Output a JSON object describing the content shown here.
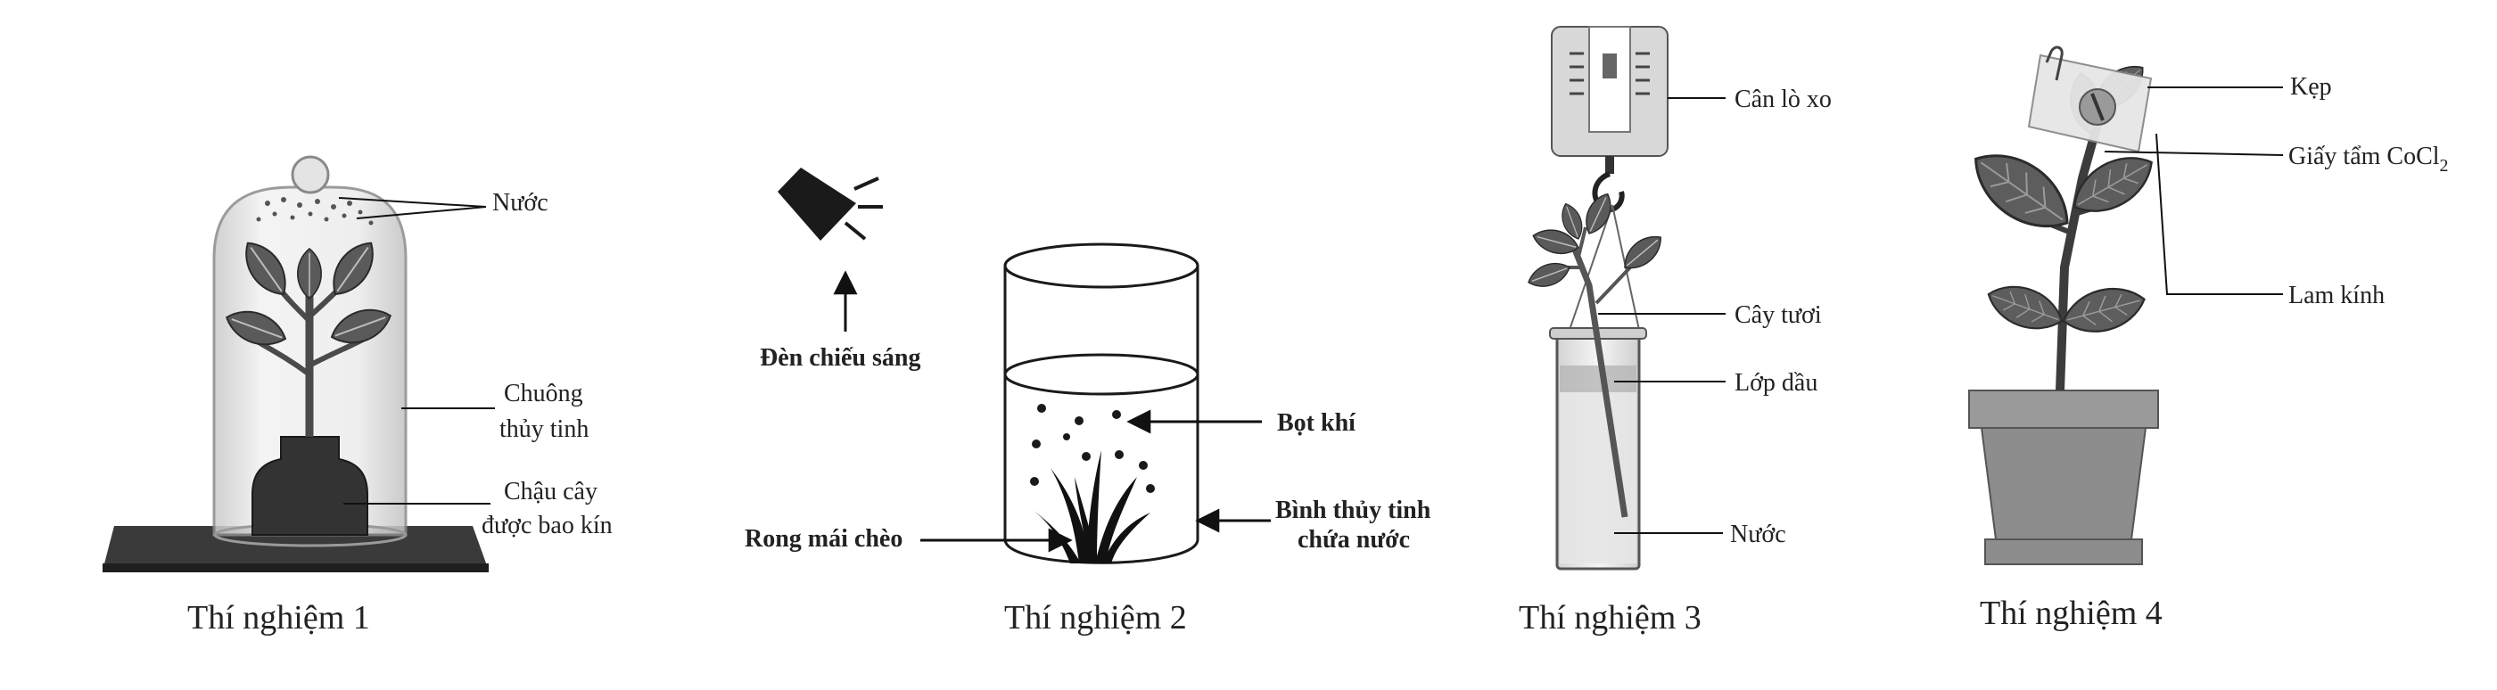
{
  "exp1": {
    "caption": "Thí nghiệm 1",
    "label_water": "Nước",
    "label_bell_1": "Chuông",
    "label_bell_2": "thủy tinh",
    "label_pot_1": "Chậu cây",
    "label_pot_2": "được bao kín"
  },
  "exp2": {
    "caption": "Thí nghiệm 2",
    "label_lamp": "Đèn chiếu sáng",
    "label_bubbles": "Bọt khí",
    "label_seaweed": "Rong mái chèo",
    "label_jar_1": "Bình thủy tinh",
    "label_jar_2": "chứa nước"
  },
  "exp3": {
    "caption": "Thí nghiệm 3",
    "label_scale": "Cân lò xo",
    "label_plant": "Cây tươi",
    "label_oil": "Lớp dầu",
    "label_water": "Nước"
  },
  "exp4": {
    "caption": "Thí nghiệm 4",
    "label_clip": "Kẹp",
    "label_paper": "Giấy tẩm CoCl",
    "label_paper_sub": "2",
    "label_slide": "Lam kính"
  }
}
